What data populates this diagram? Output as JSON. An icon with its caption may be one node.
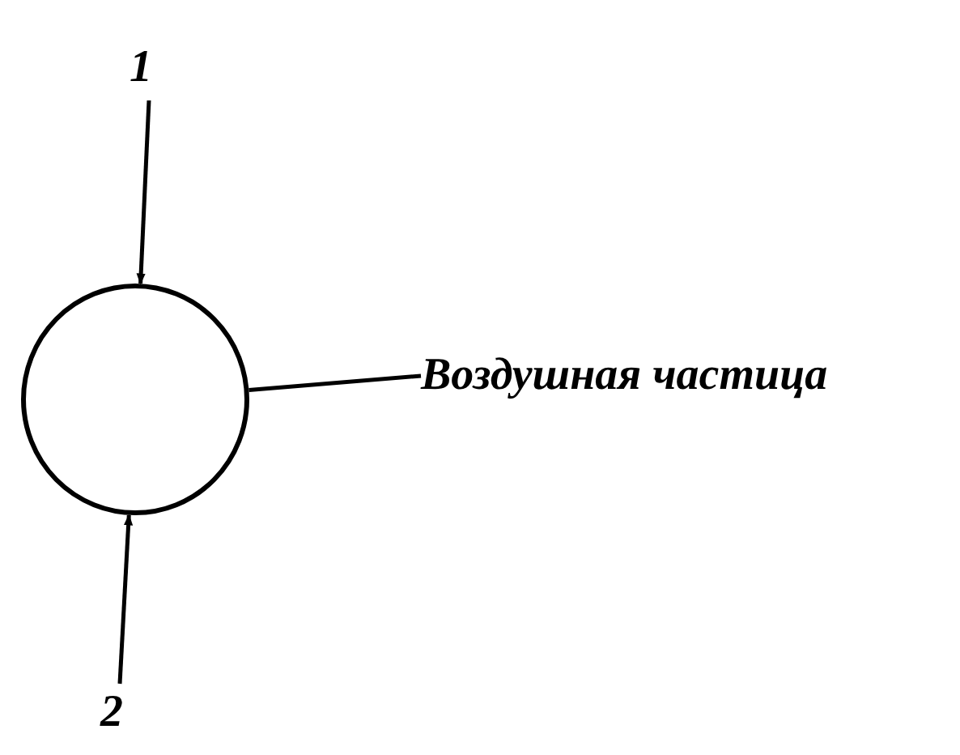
{
  "diagram": {
    "nodes": [
      {
        "text": [
          "1"
        ]
      },
      {
        "text": [],
        "shape": "circle"
      },
      {
        "text": [
          "Воздушная частица"
        ]
      },
      {
        "text": [
          "2"
        ]
      }
    ],
    "edges": [
      {
        "from": 0,
        "to": 1,
        "arrow": "to"
      },
      {
        "from": 2,
        "to": 1,
        "arrow": "none"
      },
      {
        "from": 3,
        "to": 1,
        "arrow": "to"
      }
    ]
  }
}
